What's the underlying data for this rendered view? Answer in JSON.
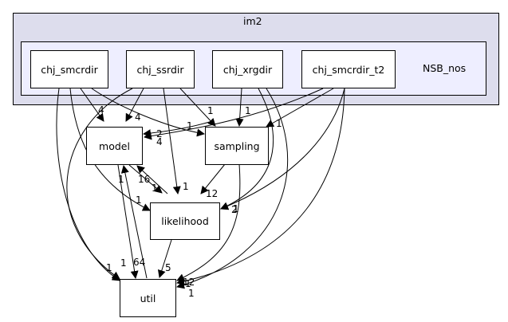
{
  "outer_cluster": {
    "label": "im2"
  },
  "inner_cluster": {
    "label": "NSB_nos"
  },
  "nodes": {
    "chj_smcrdir": "chj_smcrdir",
    "chj_ssrdir": "chj_ssrdir",
    "chj_xrgdir": "chj_xrgdir",
    "chj_smcrdir_t2": "chj_smcrdir_t2",
    "model": "model",
    "sampling": "sampling",
    "likelihood": "likelihood",
    "util": "util"
  },
  "edge_labels": {
    "smcrdir_model": "4",
    "ssrdir_model": "4",
    "smcrdir_sampling": "1",
    "ssrdir_sampling": "1",
    "xrgdir_sampling": "1",
    "t2_sampling": "1",
    "xrgdir_model": "2",
    "t2_model": "4",
    "sampling_likelihood": "12",
    "model_likelihood": "16",
    "likelihood_model": "1",
    "smcrdir_likelihood": "1",
    "ssrdir_likelihood": "1",
    "t2_likelihood": "2",
    "xrgdir_likelihood": "1",
    "model_util": "64",
    "util_model": "1",
    "likelihood_util": "5",
    "smcrdir_util": "1",
    "ssrdir_util": "1",
    "xrgdir_util": "1",
    "t2_util": "1",
    "sampling_util": "12"
  }
}
